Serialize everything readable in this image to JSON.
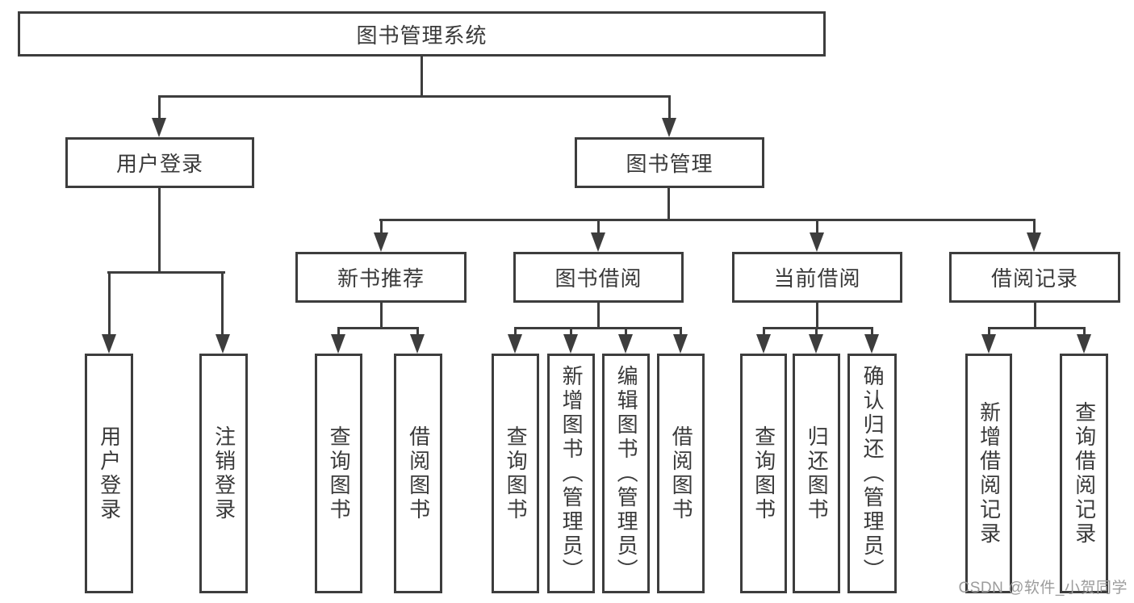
{
  "tree": {
    "label": "图书管理系统",
    "children": [
      {
        "label": "用户登录",
        "children": [
          {
            "label": "用户登录"
          },
          {
            "label": "注销登录"
          }
        ]
      },
      {
        "label": "图书管理",
        "children": [
          {
            "label": "新书推荐",
            "children": [
              {
                "label": "查询图书"
              },
              {
                "label": "借阅图书"
              }
            ]
          },
          {
            "label": "图书借阅",
            "children": [
              {
                "label": "查询图书"
              },
              {
                "label": "新增图书（管理员）"
              },
              {
                "label": "编辑图书（管理员）"
              },
              {
                "label": "借阅图书"
              }
            ]
          },
          {
            "label": "当前借阅",
            "children": [
              {
                "label": "查询图书"
              },
              {
                "label": "归还图书"
              },
              {
                "label": "确认归还（管理员）"
              }
            ]
          },
          {
            "label": "借阅记录",
            "children": [
              {
                "label": "新增借阅记录"
              },
              {
                "label": "查询借阅记录"
              }
            ]
          }
        ]
      }
    ]
  },
  "watermark": {
    "text": "CSDN @软件_小贺同学"
  },
  "colors": {
    "line": "#3d3d3d",
    "text": "#3a3a3a",
    "watermark": "#9c9c9c",
    "background": "#ffffff"
  }
}
